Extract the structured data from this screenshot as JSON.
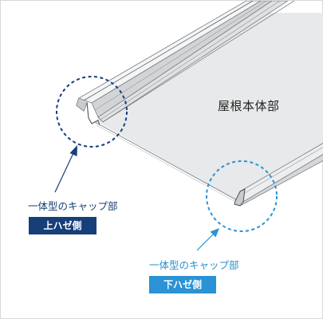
{
  "labels": {
    "roof_body": "屋根本体部",
    "upper_cap_part": "一体型のキャップ部",
    "upper_side": "上ハゼ側",
    "lower_cap_part": "一体型のキャップ部",
    "lower_side": "下ハゼ側"
  },
  "colors": {
    "panel_fill": "#e8e9ea",
    "panel_edge": "#7c7f83",
    "upper_accent": "#163f7a",
    "lower_accent": "#2a92d5"
  }
}
